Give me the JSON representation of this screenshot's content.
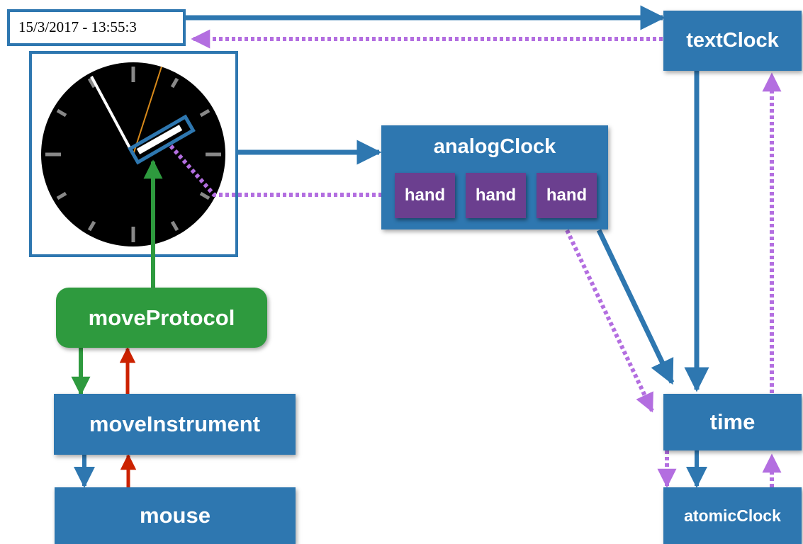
{
  "date_field": {
    "value": "15/3/2017 - 13:55:3"
  },
  "nodes": {
    "textClock": "textClock",
    "analogClock": "analogClock",
    "hands": [
      "hand",
      "hand",
      "hand"
    ],
    "moveProtocol": "moveProtocol",
    "moveInstrument": "moveInstrument",
    "mouse": "mouse",
    "time": "time",
    "atomicClock": "atomicClock"
  },
  "colors": {
    "blue_arrow": "#2e77b0",
    "purple_dotted_arrow": "#b36ee0",
    "green_arrow": "#2e9a3e",
    "red_arrow": "#cc2200",
    "node_blue": "#2e77b0",
    "hand_purple": "#6b3f8f",
    "clock_face": "#000000"
  }
}
